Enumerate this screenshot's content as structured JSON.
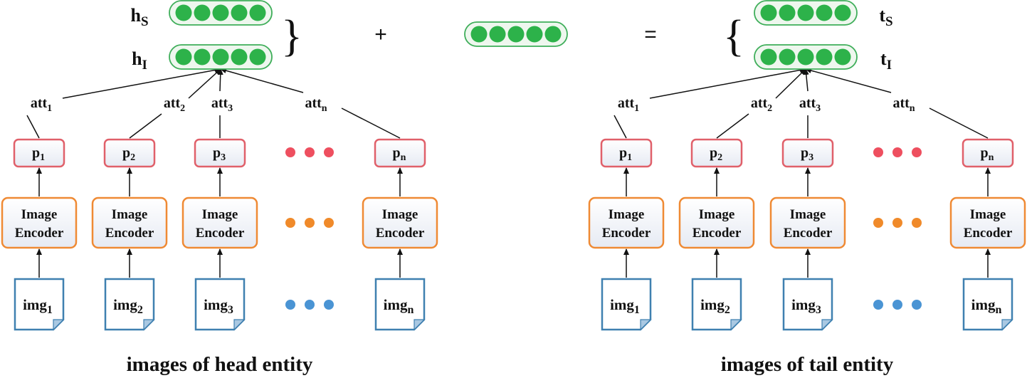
{
  "title": "",
  "operators": {
    "plus": "+",
    "equals": "=",
    "brace_open": "{",
    "brace_close": "}"
  },
  "head": {
    "caption": "images of head entity",
    "vector_top": {
      "main": "h",
      "sub": "S"
    },
    "vector_bottom": {
      "main": "h",
      "sub": "I"
    },
    "encoder_line1": "Image",
    "encoder_line2": "Encoder",
    "columns": [
      {
        "p": "p",
        "p_sub": "1",
        "img": "img",
        "img_sub": "1",
        "att": "att",
        "att_sub": "1"
      },
      {
        "p": "p",
        "p_sub": "2",
        "img": "img",
        "img_sub": "2",
        "att": "att",
        "att_sub": "2"
      },
      {
        "p": "p",
        "p_sub": "3",
        "img": "img",
        "img_sub": "3",
        "att": "att",
        "att_sub": "3"
      },
      {
        "p": "p",
        "p_sub": "n",
        "img": "img",
        "img_sub": "n",
        "att": "att",
        "att_sub": "n"
      }
    ]
  },
  "tail": {
    "caption": "images of tail entity",
    "vector_top": {
      "main": "t",
      "sub": "S"
    },
    "vector_bottom": {
      "main": "t",
      "sub": "I"
    },
    "encoder_line1": "Image",
    "encoder_line2": "Encoder",
    "columns": [
      {
        "p": "p",
        "p_sub": "1",
        "img": "img",
        "img_sub": "1",
        "att": "att",
        "att_sub": "1"
      },
      {
        "p": "p",
        "p_sub": "2",
        "img": "img",
        "img_sub": "2",
        "att": "att",
        "att_sub": "2"
      },
      {
        "p": "p",
        "p_sub": "3",
        "img": "img",
        "img_sub": "3",
        "att": "att",
        "att_sub": "3"
      },
      {
        "p": "p",
        "p_sub": "n",
        "img": "img",
        "img_sub": "n",
        "att": "att",
        "att_sub": "n"
      }
    ]
  },
  "colors": {
    "vector_fill": "#2db24a",
    "vector_border": "#3fae5a",
    "vector_bg": "#eef7ee",
    "p_border": "#e0606a",
    "encoder_border": "#ef8a34",
    "image_border": "#3f80b0",
    "dots_red": "#ee4f5f",
    "dots_orange": "#f08a2a",
    "dots_blue": "#4a94d4"
  }
}
